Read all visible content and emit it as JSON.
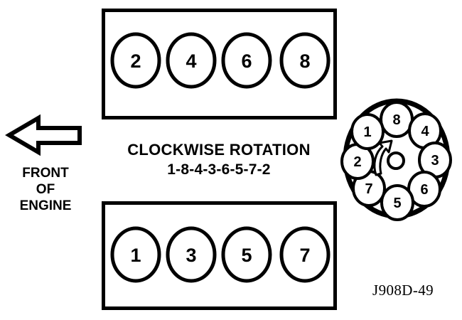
{
  "diagram": {
    "title": "V8 Engine Firing Order Diagram",
    "background_color": "#ffffff",
    "line_color": "#000000"
  },
  "banks": {
    "top": {
      "name": "top-cylinder-bank",
      "cylinders": [
        "2",
        "4",
        "6",
        "8"
      ]
    },
    "bottom": {
      "name": "bottom-cylinder-bank",
      "cylinders": [
        "1",
        "3",
        "5",
        "7"
      ]
    }
  },
  "captions": {
    "rotation": "CLOCKWISE ROTATION",
    "firing_order": "1-8-4-3-6-5-7-2",
    "front_line1": "FRONT",
    "front_line2": "OF",
    "front_line3": "ENGINE"
  },
  "distributor": {
    "label": "distributor-cap",
    "rotation_direction": "clockwise",
    "terminals": [
      {
        "number": "8",
        "position": "top"
      },
      {
        "number": "4",
        "position": "upper-right"
      },
      {
        "number": "3",
        "position": "right"
      },
      {
        "number": "6",
        "position": "lower-right"
      },
      {
        "number": "5",
        "position": "bottom"
      },
      {
        "number": "7",
        "position": "lower-left"
      },
      {
        "number": "2",
        "position": "left"
      },
      {
        "number": "1",
        "position": "upper-left"
      }
    ]
  },
  "reference": {
    "code": "J908D-49"
  }
}
